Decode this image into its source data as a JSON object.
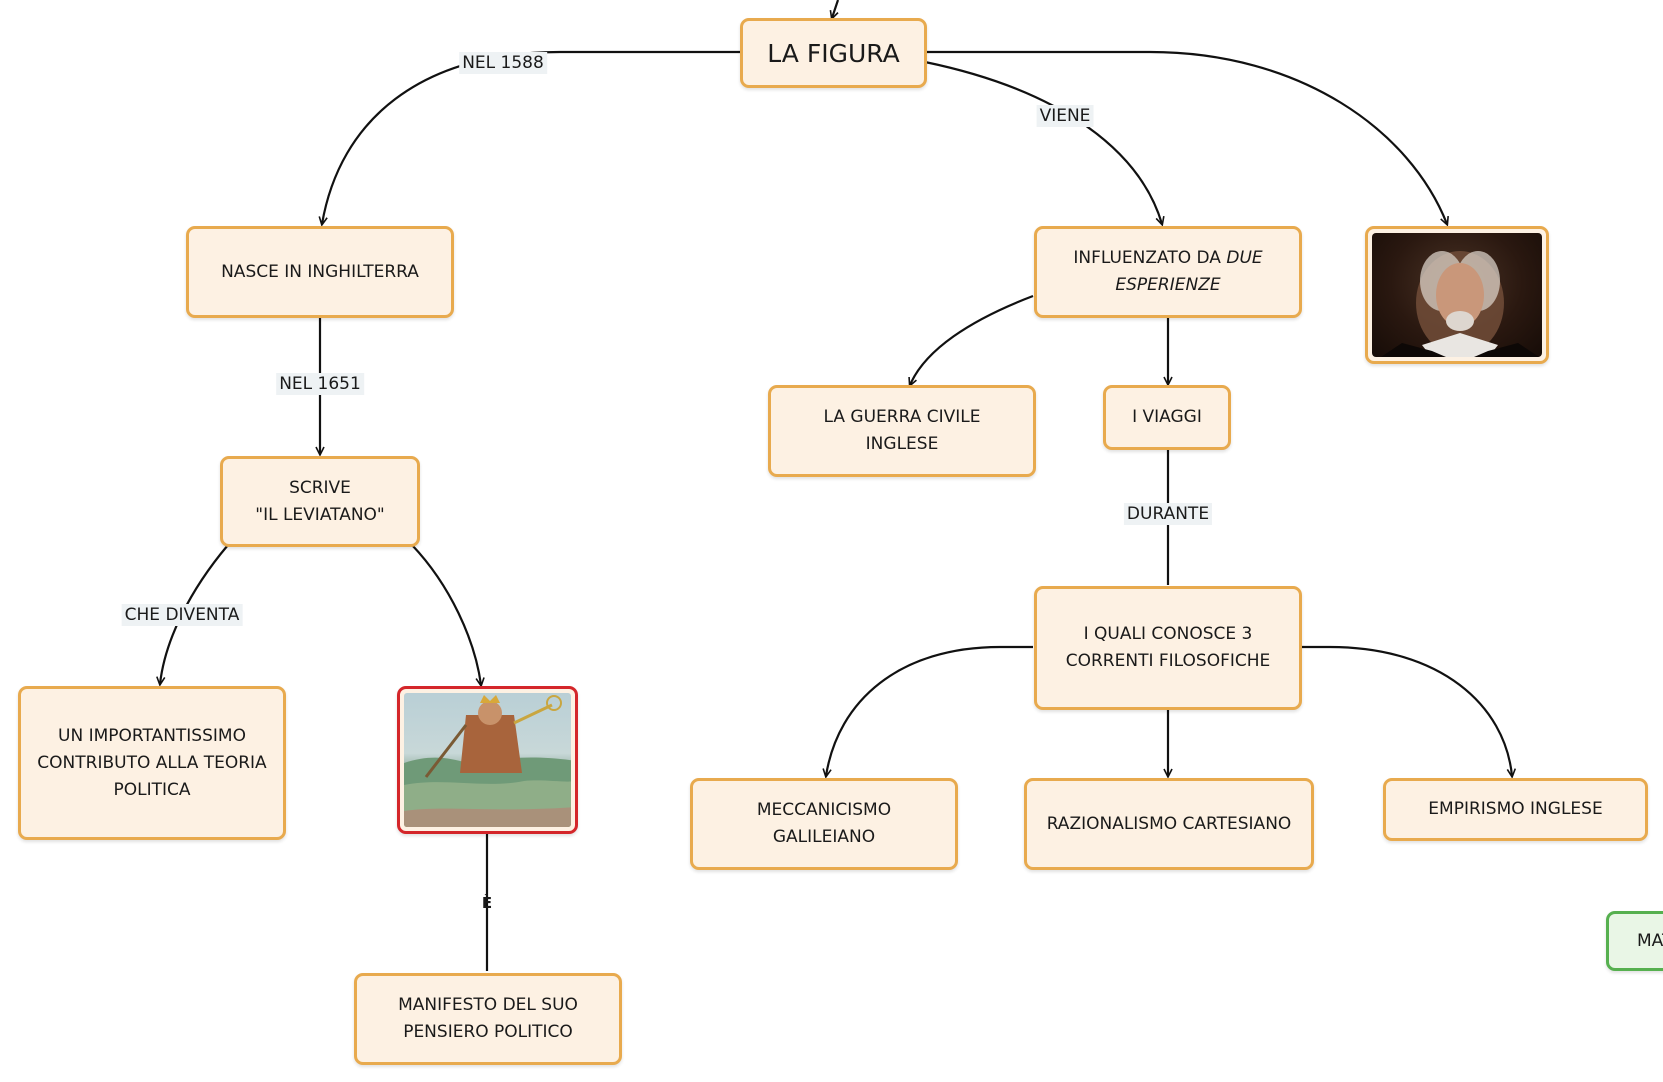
{
  "nodes": {
    "la_figura": "LA FIGURA",
    "nasce": "NASCE IN INGHILTERRA",
    "scrive_1": "SCRIVE",
    "scrive_2": "\"IL LEVIATANO\"",
    "influenzato_1": "INFLUENZATO DA",
    "influenzato_italic_1": "DUE",
    "influenzato_italic_2": "ESPERIENZE",
    "guerra_1": "LA GUERRA CIVILE",
    "guerra_2": "INGLESE",
    "viaggi": "I VIAGGI",
    "quali_1": "I QUALI CONOSCE 3",
    "quali_2": "CORRENTI FILOSOFICHE",
    "contributo_1": "UN IMPORTANTISSIMO",
    "contributo_2": "CONTRIBUTO ALLA TEORIA",
    "contributo_3": "POLITICA",
    "manifesto_1": "MANIFESTO DEL SUO",
    "manifesto_2": "PENSIERO POLITICO",
    "meccanicismo_1": "MECCANICISMO",
    "meccanicismo_2": "GALILEIANO",
    "razionalismo": "RAZIONALISMO CARTESIANO",
    "empirismo": "EMPIRISMO INGLESE",
    "green_partial": "MAT"
  },
  "edge_labels": {
    "nel_1588": "NEL 1588",
    "viene": "VIENE",
    "nel_1651": "NEL 1651",
    "durante": "DURANTE",
    "che_diventa": "CHE DIVENTA",
    "e": "È"
  },
  "images": {
    "portrait": "portrait-of-thomas-hobbes",
    "leviathan": "leviathan-frontispiece"
  },
  "colors": {
    "node_fill": "#fdf1e3",
    "node_border": "#e8aa4e",
    "image_border_red": "#d4262a",
    "green_border": "#56b04f",
    "edge": "#111111"
  }
}
